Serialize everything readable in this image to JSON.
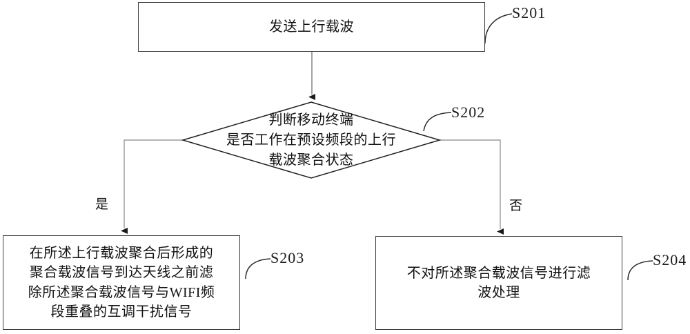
{
  "diagram": {
    "type": "flowchart",
    "nodes": [
      {
        "id": "s201",
        "shape": "process",
        "text": "发送上行载波",
        "step_label": "S201"
      },
      {
        "id": "s202",
        "shape": "decision",
        "text": "判断移动终端\n是否工作在预设频段的上行\n载波聚合状态",
        "step_label": "S202"
      },
      {
        "id": "s203",
        "shape": "process",
        "text": "在所述上行载波聚合后形成的\n聚合载波信号到达天线之前滤\n除所述聚合载波信号与WIFI频\n段重叠的互调干扰信号",
        "step_label": "S203"
      },
      {
        "id": "s204",
        "shape": "process",
        "text": "不对所述聚合载波信号进行滤\n波处理",
        "step_label": "S204"
      }
    ],
    "branches": {
      "yes_label": "是",
      "no_label": "否"
    },
    "colors": {
      "stroke": "#3a3a3a",
      "text": "#111111",
      "background": "#ffffff"
    }
  }
}
